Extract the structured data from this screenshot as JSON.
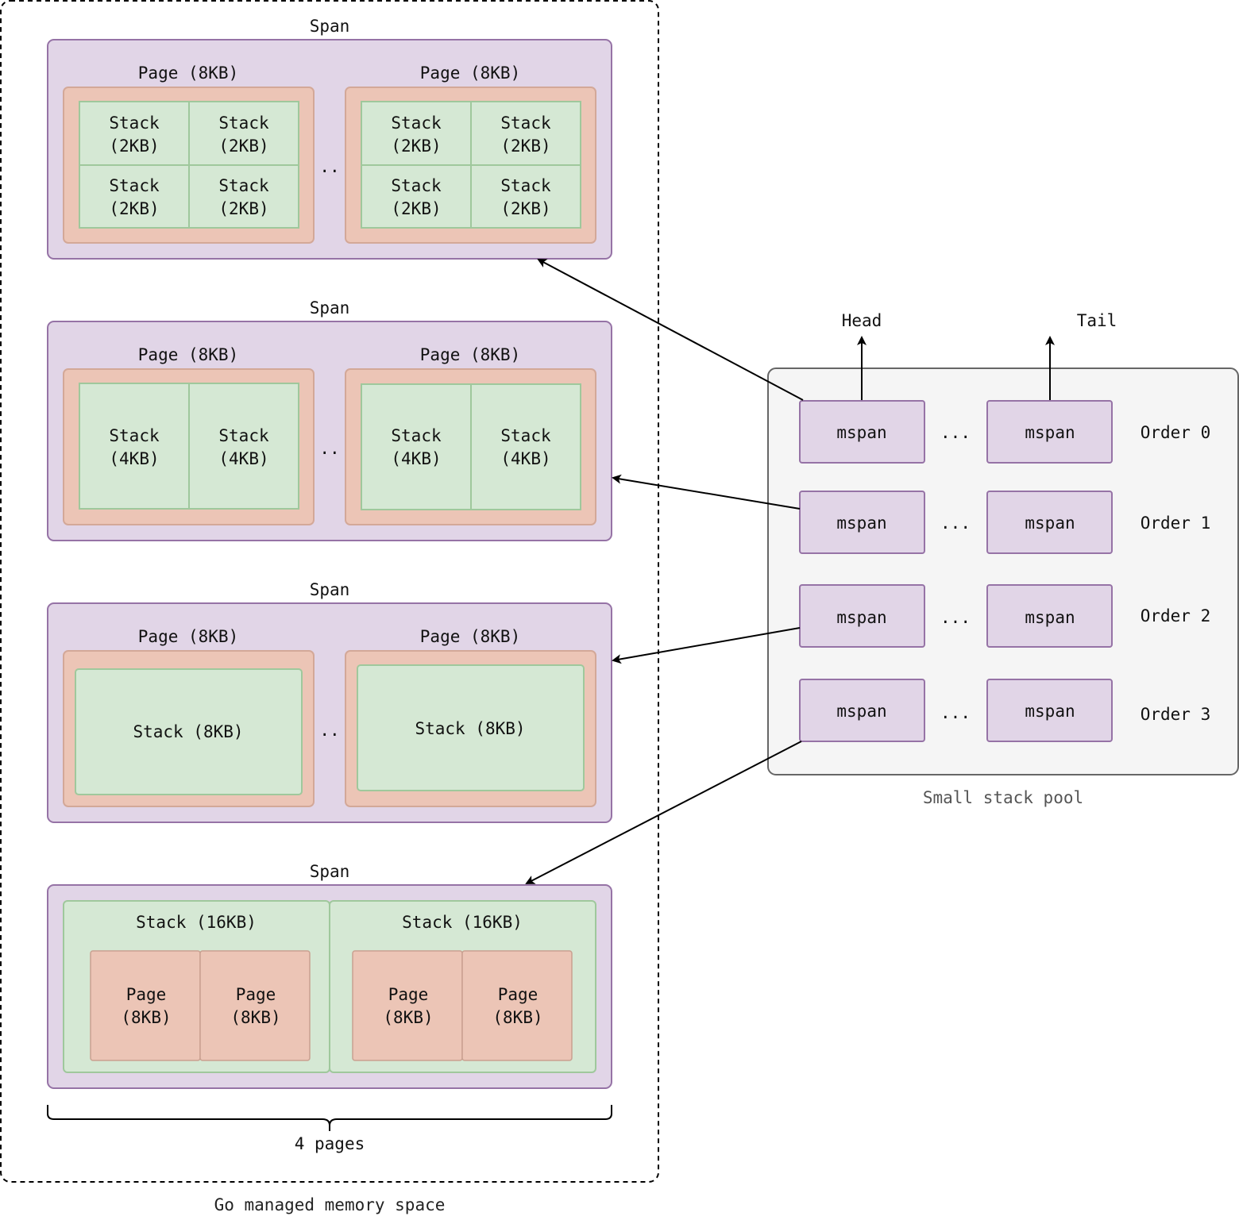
{
  "diagram": {
    "colors": {
      "span_fill": "#e1d5e7",
      "span_stroke": "#9673a6",
      "page_fill": "#ecc5b6",
      "stack_fill": "#d5e8d4",
      "pool_fill": "#f5f5f5",
      "pool_stroke": "#666666"
    },
    "memory_space": {
      "caption": "Go managed memory space",
      "brace_label": "4 pages",
      "spans": [
        {
          "title": "Span",
          "pages": [
            {
              "label": "Page (8KB)",
              "stacks": [
                {
                  "line1": "Stack",
                  "line2": "(2KB)"
                },
                {
                  "line1": "Stack",
                  "line2": "(2KB)"
                },
                {
                  "line1": "Stack",
                  "line2": "(2KB)"
                },
                {
                  "line1": "Stack",
                  "line2": "(2KB)"
                }
              ]
            },
            {
              "label": "Page (8KB)",
              "stacks": [
                {
                  "line1": "Stack",
                  "line2": "(2KB)"
                },
                {
                  "line1": "Stack",
                  "line2": "(2KB)"
                },
                {
                  "line1": "Stack",
                  "line2": "(2KB)"
                },
                {
                  "line1": "Stack",
                  "line2": "(2KB)"
                }
              ]
            }
          ],
          "ellipsis": ".."
        },
        {
          "title": "Span",
          "pages": [
            {
              "label": "Page (8KB)",
              "stacks": [
                {
                  "line1": "Stack",
                  "line2": "(4KB)"
                },
                {
                  "line1": "Stack",
                  "line2": "(4KB)"
                }
              ]
            },
            {
              "label": "Page (8KB)",
              "stacks": [
                {
                  "line1": "Stack",
                  "line2": "(4KB)"
                },
                {
                  "line1": "Stack",
                  "line2": "(4KB)"
                }
              ]
            }
          ],
          "ellipsis": ".."
        },
        {
          "title": "Span",
          "pages": [
            {
              "label": "Page (8KB)",
              "stacks": [
                {
                  "line1": "Stack (8KB)"
                }
              ]
            },
            {
              "label": "Page (8KB)",
              "stacks": [
                {
                  "line1": "Stack (8KB)"
                }
              ]
            }
          ],
          "ellipsis": ".."
        },
        {
          "title": "Span",
          "stacks16": [
            {
              "label": "Stack (16KB)",
              "pages": [
                {
                  "line1": "Page",
                  "line2": "(8KB)"
                },
                {
                  "line1": "Page",
                  "line2": "(8KB)"
                }
              ]
            },
            {
              "label": "Stack (16KB)",
              "pages": [
                {
                  "line1": "Page",
                  "line2": "(8KB)"
                },
                {
                  "line1": "Page",
                  "line2": "(8KB)"
                }
              ]
            }
          ]
        }
      ]
    },
    "pool": {
      "caption": "Small stack pool",
      "head_label": "Head",
      "tail_label": "Tail",
      "rows": [
        {
          "first": "mspan",
          "ellipsis": "...",
          "last": "mspan",
          "order": "Order 0"
        },
        {
          "first": "mspan",
          "ellipsis": "...",
          "last": "mspan",
          "order": "Order 1"
        },
        {
          "first": "mspan",
          "ellipsis": "...",
          "last": "mspan",
          "order": "Order 2"
        },
        {
          "first": "mspan",
          "ellipsis": "...",
          "last": "mspan",
          "order": "Order 3"
        }
      ]
    },
    "links": [
      {
        "from": "pool.rows.0",
        "to": "memory_space.spans.0"
      },
      {
        "from": "pool.rows.1",
        "to": "memory_space.spans.1"
      },
      {
        "from": "pool.rows.2",
        "to": "memory_space.spans.2"
      },
      {
        "from": "pool.rows.3",
        "to": "memory_space.spans.3"
      }
    ]
  }
}
